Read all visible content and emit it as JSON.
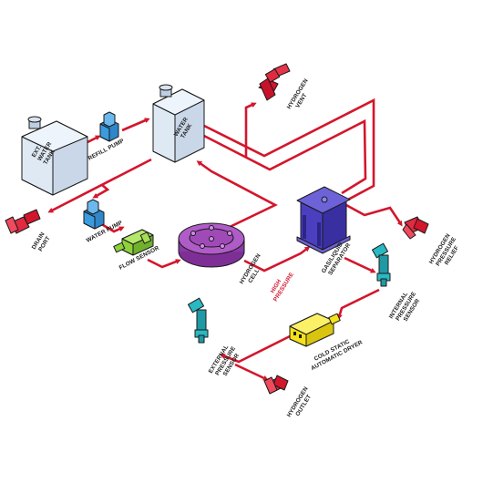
{
  "labels": {
    "ext_water_tank": [
      "EXT.",
      "WATER",
      "TANK"
    ],
    "water_tank": [
      "WATER",
      "TANK"
    ],
    "refill_pump": "REFILL PUMP",
    "hydrogen_vent": [
      "HYDROGEN",
      "VENT"
    ],
    "drain_port": [
      "DRAIN",
      "PORT"
    ],
    "water_pump": "WATER PUMP",
    "flow_sensor": "FLOW SENSOR",
    "hydrogen_cell": [
      "HYDROGEN",
      "CELL"
    ],
    "high_pressure": [
      "HIGH",
      "PRESSURE"
    ],
    "gas_liquid_separator": [
      "GAS/LIQUID",
      "SEPARATOR"
    ],
    "hydrogen_pressure_relief": [
      "HYDROGEN",
      "PRESSURE",
      "RELIEF"
    ],
    "internal_pressure_sensor": [
      "INTERNAL",
      "PRESSURE",
      "SENSOR"
    ],
    "external_pressure_sensor": [
      "EXTERNAL",
      "PRESSURE",
      "SENSOR"
    ],
    "cold_static_automatic_dryer": [
      "COLD STATIC",
      "AUTOMATIC DRYER"
    ],
    "hydrogen_outlet": [
      "HYDROGEN",
      "OUTLET"
    ]
  },
  "colors": {
    "pipe": "#d3162c",
    "tank": "#dfe9f4",
    "pump": "#3a9be0",
    "flow_sensor": "#8fd13d",
    "hydrogen_cell": "#a04ab8",
    "separator": "#4b3fc0",
    "sensor": "#2ab8c2",
    "dryer": "#f5e21a",
    "fitting": "#d3162c"
  }
}
